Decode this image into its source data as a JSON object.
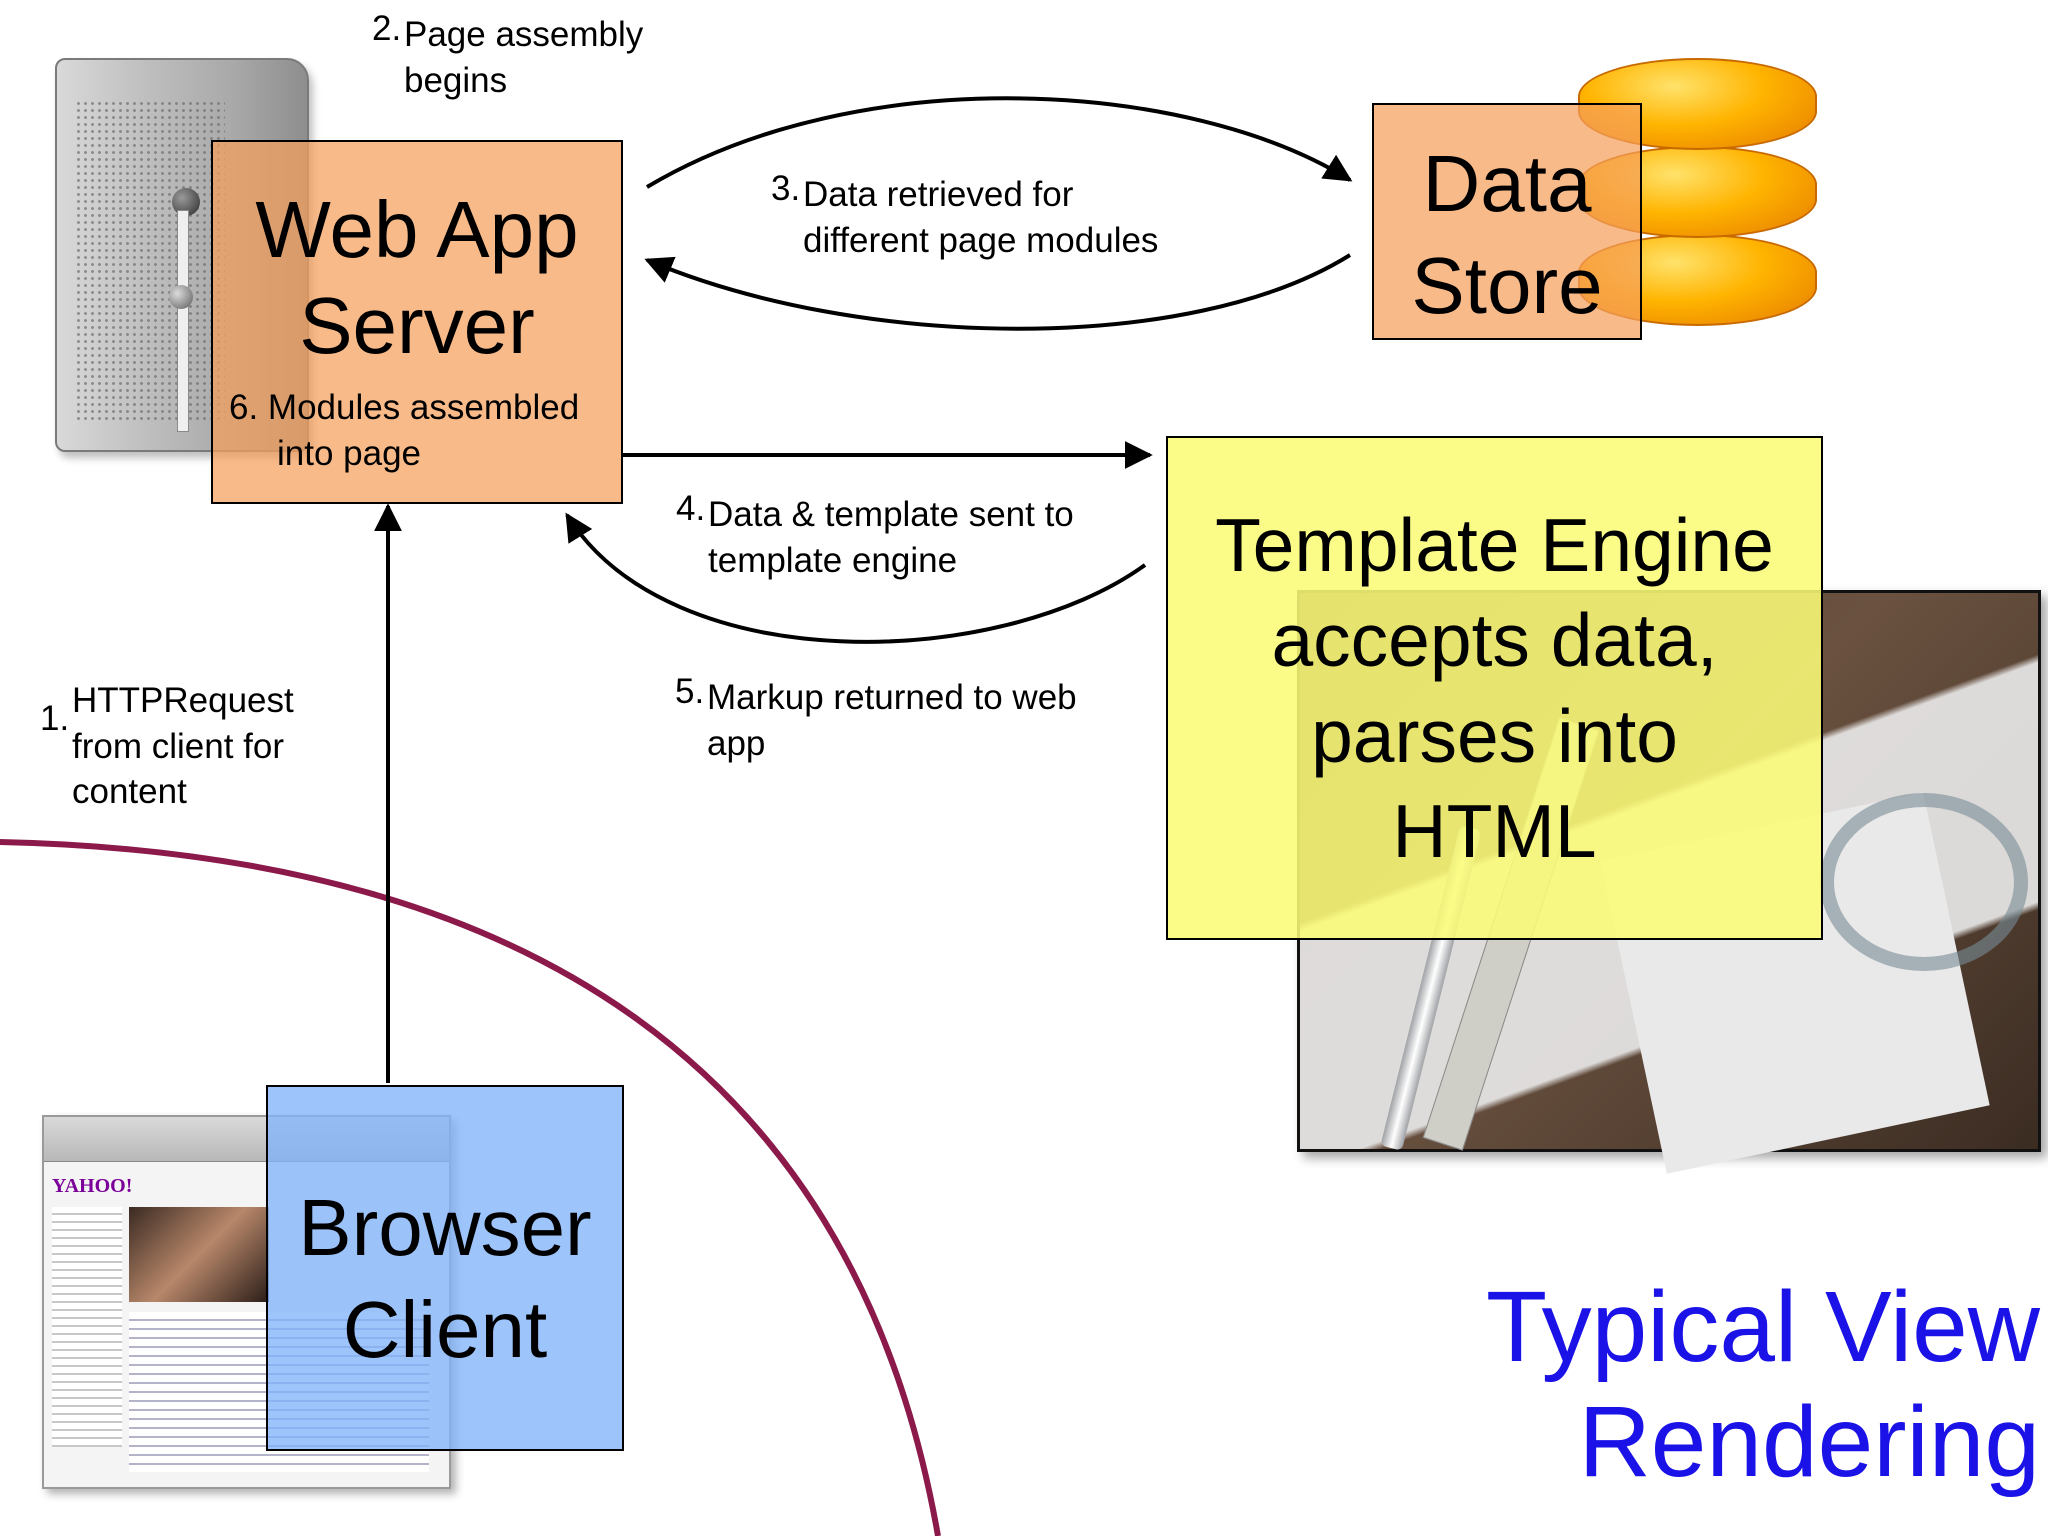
{
  "boxes": {
    "web_app_server": {
      "line1": "Web App",
      "line2": "Server",
      "note_line1": "6. Modules assembled",
      "note_line2": "into page"
    },
    "data_store": {
      "line1": "Data",
      "line2": "Store"
    },
    "template_engine": {
      "line1": "Template Engine",
      "line2": "accepts data,",
      "line3": "parses into",
      "line4": "HTML"
    },
    "browser_client": {
      "line1": "Browser",
      "line2": "Client"
    }
  },
  "steps": {
    "step1": {
      "num": "1.",
      "line1": "HTTPRequest",
      "line2": "from client for",
      "line3": "content"
    },
    "step2": {
      "num": "2.",
      "line1": "Page assembly",
      "line2": "begins"
    },
    "step3": {
      "num": "3.",
      "line1": "Data retrieved for",
      "line2": "different page modules"
    },
    "step4": {
      "num": "4.",
      "line1": "Data & template sent to",
      "line2": "template engine"
    },
    "step5": {
      "num": "5.",
      "line1": "Markup returned to web",
      "line2": "app"
    }
  },
  "browser_logo": "YAHOO!",
  "title": {
    "line1": "Typical View",
    "line2": "Rendering"
  },
  "colors": {
    "server_box": "#f5a05a",
    "data_store_box": "#f5a05a",
    "template_box": "#fafa78",
    "browser_box": "#82b4fa",
    "title": "#1a12e6",
    "curve": "#8b1a4a"
  },
  "icons": [
    "server-icon",
    "database-icon",
    "drafting-photo",
    "browser-screenshot"
  ]
}
